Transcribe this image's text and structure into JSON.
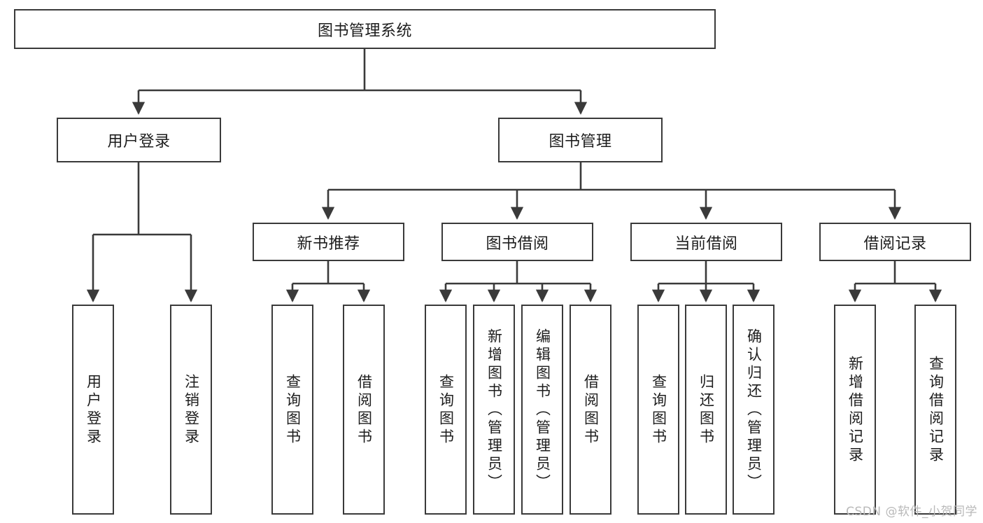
{
  "diagram": {
    "title": "图书管理系统",
    "type": "tree-hierarchy",
    "watermark": "CSDN @软件_小贺同学",
    "colors": {
      "stroke": "#3a3a3a",
      "fill": "#ffffff",
      "text": "#1d1d1d",
      "watermark": "#b9b9b9"
    },
    "nodes": {
      "root": {
        "label": "图书管理系统"
      },
      "level1": [
        {
          "id": "user-login",
          "label": "用户登录"
        },
        {
          "id": "book-management",
          "label": "图书管理"
        }
      ],
      "level2": [
        {
          "id": "new-book-recommend",
          "label": "新书推荐"
        },
        {
          "id": "book-borrow",
          "label": "图书借阅"
        },
        {
          "id": "current-borrow",
          "label": "当前借阅"
        },
        {
          "id": "borrow-record",
          "label": "借阅记录"
        }
      ],
      "leaves": {
        "user-login": [
          {
            "id": "leaf-user-login",
            "label": "用户登录"
          },
          {
            "id": "leaf-logout",
            "label": "注销登录"
          }
        ],
        "new-book-recommend": [
          {
            "id": "leaf-query-book-1",
            "label": "查询图书"
          },
          {
            "id": "leaf-borrow-book-1",
            "label": "借阅图书"
          }
        ],
        "book-borrow": [
          {
            "id": "leaf-query-book-2",
            "label": "查询图书"
          },
          {
            "id": "leaf-add-book",
            "label": "新增图书（管理员）"
          },
          {
            "id": "leaf-edit-book",
            "label": "编辑图书（管理员）"
          },
          {
            "id": "leaf-borrow-book-2",
            "label": "借阅图书"
          }
        ],
        "current-borrow": [
          {
            "id": "leaf-query-book-3",
            "label": "查询图书"
          },
          {
            "id": "leaf-return-book",
            "label": "归还图书"
          },
          {
            "id": "leaf-confirm-return",
            "label": "确认归还（管理员）"
          }
        ],
        "borrow-record": [
          {
            "id": "leaf-add-record",
            "label": "新增借阅记录"
          },
          {
            "id": "leaf-query-record",
            "label": "查询借阅记录"
          }
        ]
      }
    }
  }
}
